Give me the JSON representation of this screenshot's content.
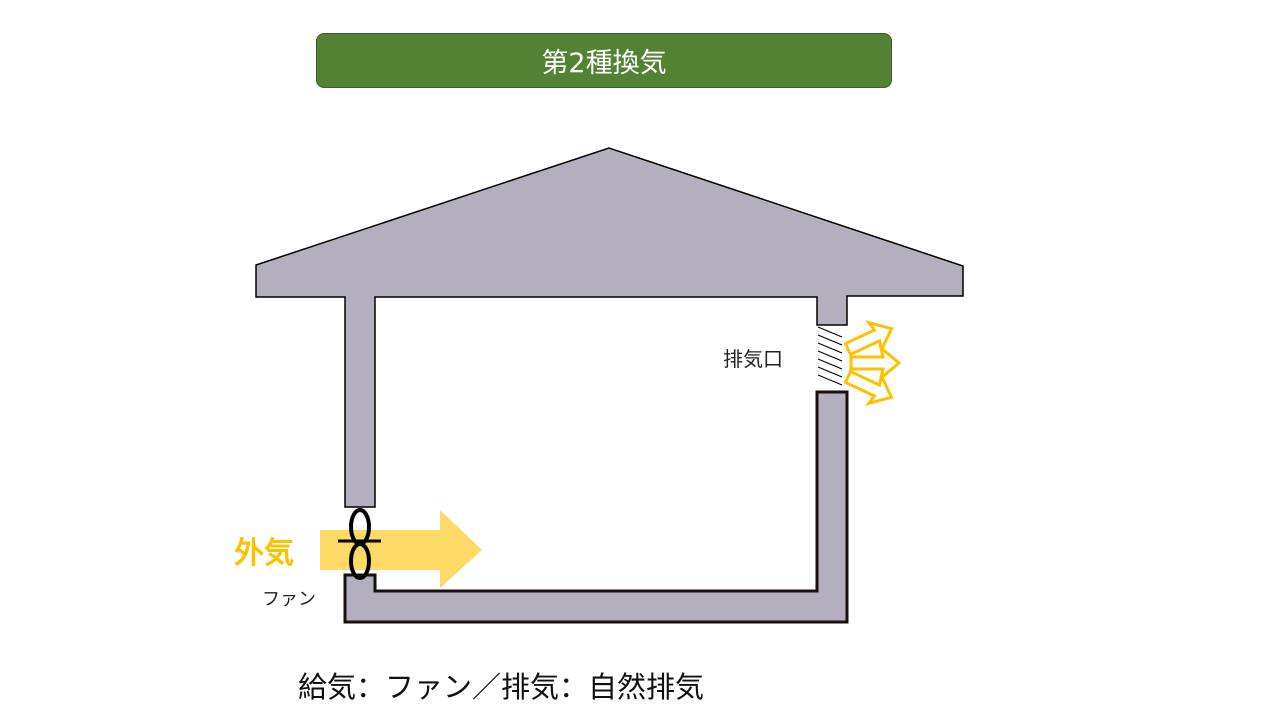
{
  "title": "第2種換気",
  "labels": {
    "outside_air": "外気",
    "fan": "ファン",
    "exhaust_vent": "排気口"
  },
  "caption": "給気：ファン／排気：自然排気",
  "colors": {
    "title_bg": "#548235",
    "house": "#B3AFBF",
    "arrow_fill": "#FFD966",
    "arrow_outline": "#FFC000",
    "outside_air_text": "#FFC000"
  }
}
